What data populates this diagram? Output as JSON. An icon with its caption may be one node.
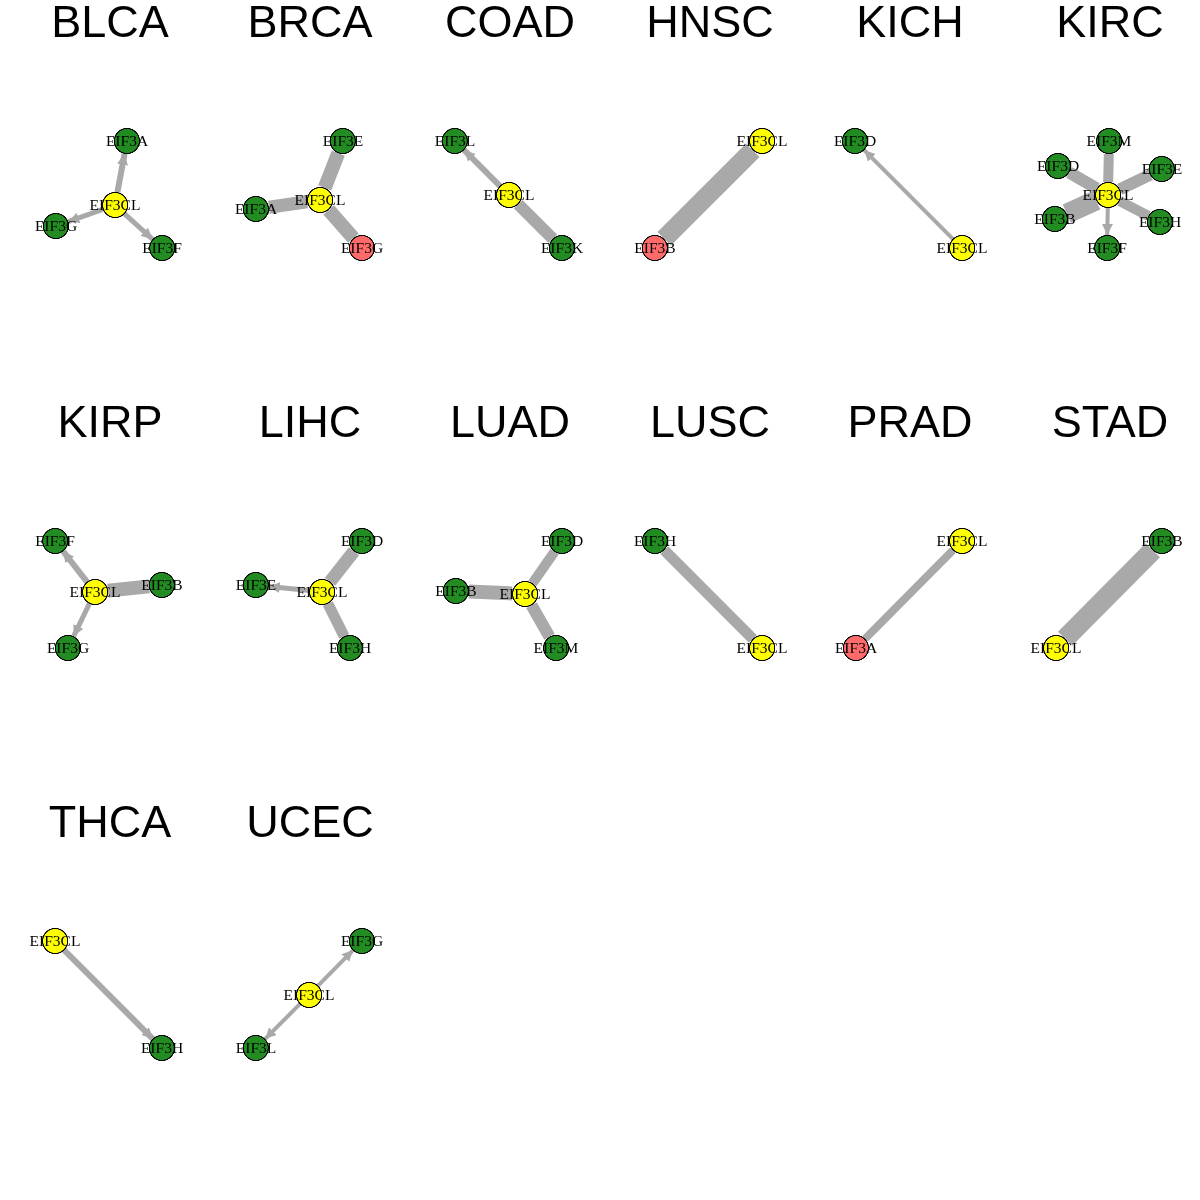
{
  "diagram": {
    "nodes": [
      {
        "text": [
          "EIF3A"
        ]
      },
      {
        "text": [
          "EIF3CL"
        ]
      },
      {
        "text": [
          "EIF3G"
        ]
      },
      {
        "text": [
          "EIF3F"
        ]
      },
      {
        "text": [
          "EIF3E"
        ]
      },
      {
        "text": [
          "EIF3CL"
        ]
      },
      {
        "text": [
          "EIF3A"
        ]
      },
      {
        "text": [
          "EIF3G"
        ]
      },
      {
        "text": [
          "EIF3L"
        ]
      },
      {
        "text": [
          "EIF3CL"
        ]
      },
      {
        "text": [
          "EIF3K"
        ]
      },
      {
        "text": [
          "EIF3CL"
        ]
      },
      {
        "text": [
          "EIF3B"
        ]
      },
      {
        "text": [
          "EIF3D"
        ]
      },
      {
        "text": [
          "EIF3CL"
        ]
      },
      {
        "text": [
          "EIF3M"
        ]
      },
      {
        "text": [
          "EIF3D"
        ]
      },
      {
        "text": [
          "EIF3E"
        ]
      },
      {
        "text": [
          "EIF3CL"
        ]
      },
      {
        "text": [
          "EIF3B"
        ]
      },
      {
        "text": [
          "EIF3H"
        ]
      },
      {
        "text": [
          "EIF3F"
        ]
      },
      {
        "text": [
          "EIF3F"
        ]
      },
      {
        "text": [
          "EIF3B"
        ]
      },
      {
        "text": [
          "EIF3CL"
        ]
      },
      {
        "text": [
          "EIF3G"
        ]
      },
      {
        "text": [
          "EIF3D"
        ]
      },
      {
        "text": [
          "EIF3E"
        ]
      },
      {
        "text": [
          "EIF3CL"
        ]
      },
      {
        "text": [
          "EIF3H"
        ]
      },
      {
        "text": [
          "EIF3D"
        ]
      },
      {
        "text": [
          "EIF3B"
        ]
      },
      {
        "text": [
          "EIF3CL"
        ]
      },
      {
        "text": [
          "EIF3M"
        ]
      },
      {
        "text": [
          "EIF3H"
        ]
      },
      {
        "text": [
          "EIF3CL"
        ]
      },
      {
        "text": [
          "EIF3CL"
        ]
      },
      {
        "text": [
          "EIF3A"
        ]
      },
      {
        "text": [
          "EIF3B"
        ]
      },
      {
        "text": [
          "EIF3CL"
        ]
      },
      {
        "text": [
          "EIF3CL"
        ]
      },
      {
        "text": [
          "EIF3H"
        ]
      },
      {
        "text": [
          "EIF3G"
        ]
      },
      {
        "text": [
          "EIF3CL"
        ]
      },
      {
        "text": [
          "EIF3L"
        ]
      }
    ],
    "edges": [
      {
        "from": 1,
        "to": 0,
        "arrow": "to"
      },
      {
        "from": 1,
        "to": 2,
        "arrow": "to"
      },
      {
        "from": 1,
        "to": 3,
        "arrow": "to"
      },
      {
        "from": 5,
        "to": 4,
        "arrow": "none"
      },
      {
        "from": 5,
        "to": 6,
        "arrow": "none"
      },
      {
        "from": 5,
        "to": 7,
        "arrow": "none"
      },
      {
        "from": 9,
        "to": 8,
        "arrow": "to"
      },
      {
        "from": 9,
        "to": 10,
        "arrow": "none"
      },
      {
        "from": 11,
        "to": 12,
        "arrow": "none",
        "style": "thick"
      },
      {
        "from": 14,
        "to": 13,
        "arrow": "to"
      },
      {
        "from": 18,
        "to": 15,
        "arrow": "none"
      },
      {
        "from": 18,
        "to": 16,
        "arrow": "none"
      },
      {
        "from": 18,
        "to": 17,
        "arrow": "none"
      },
      {
        "from": 18,
        "to": 19,
        "arrow": "none",
        "style": "thick"
      },
      {
        "from": 18,
        "to": 20,
        "arrow": "none"
      },
      {
        "from": 18,
        "to": 21,
        "arrow": "to"
      },
      {
        "from": 24,
        "to": 22,
        "arrow": "to"
      },
      {
        "from": 24,
        "to": 23,
        "arrow": "none"
      },
      {
        "from": 24,
        "to": 25,
        "arrow": "to"
      },
      {
        "from": 28,
        "to": 26,
        "arrow": "none"
      },
      {
        "from": 28,
        "to": 27,
        "arrow": "to"
      },
      {
        "from": 28,
        "to": 29,
        "arrow": "none"
      },
      {
        "from": 32,
        "to": 30,
        "arrow": "none"
      },
      {
        "from": 32,
        "to": 31,
        "arrow": "none"
      },
      {
        "from": 32,
        "to": 33,
        "arrow": "none"
      },
      {
        "from": 35,
        "to": 34,
        "arrow": "none"
      },
      {
        "from": 36,
        "to": 37,
        "arrow": "none"
      },
      {
        "from": 39,
        "to": 38,
        "arrow": "none",
        "style": "thick"
      },
      {
        "from": 40,
        "to": 41,
        "arrow": "to"
      },
      {
        "from": 43,
        "to": 42,
        "arrow": "to"
      },
      {
        "from": 43,
        "to": 44,
        "arrow": "to"
      }
    ],
    "labels": [
      "BLCA",
      "BRCA",
      "COAD",
      "HNSC",
      "KICH",
      "KIRC",
      "KIRP",
      "LIHC",
      "LUAD",
      "LUSC",
      "PRAD",
      "STAD",
      "THCA",
      "UCEC"
    ]
  }
}
